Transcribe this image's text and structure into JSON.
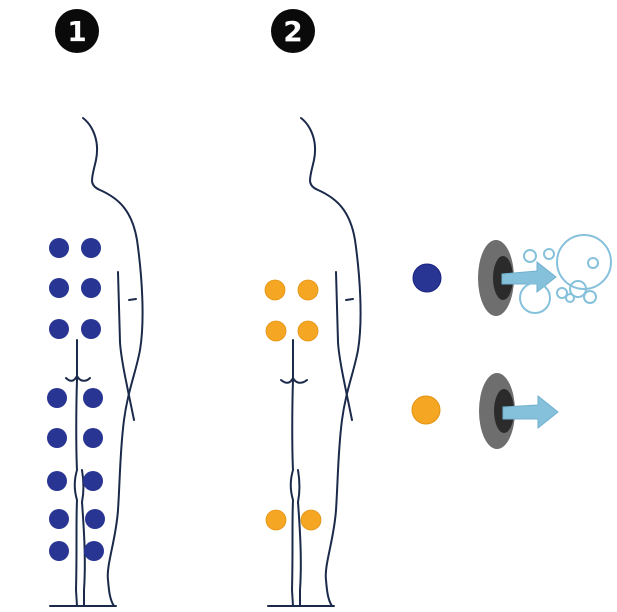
{
  "steps": [
    {
      "label": "1"
    },
    {
      "label": "2"
    }
  ],
  "colors": {
    "outline": "#1b2a4a",
    "dot_blue": "#283593",
    "dot_orange": "#f5a623",
    "device_outer": "#6e6e6e",
    "device_inner": "#2b2b2b",
    "arrow": "#86c1dc",
    "bubble": "#86c1dc"
  },
  "figure1": {
    "dot_count": 16,
    "dot_color": "blue"
  },
  "figure2": {
    "dot_count": 6,
    "dot_color": "orange"
  },
  "legend": [
    {
      "dot_color": "blue",
      "icon": "emitter-with-bubbles-icon"
    },
    {
      "dot_color": "orange",
      "icon": "emitter-with-arrow-icon"
    }
  ]
}
